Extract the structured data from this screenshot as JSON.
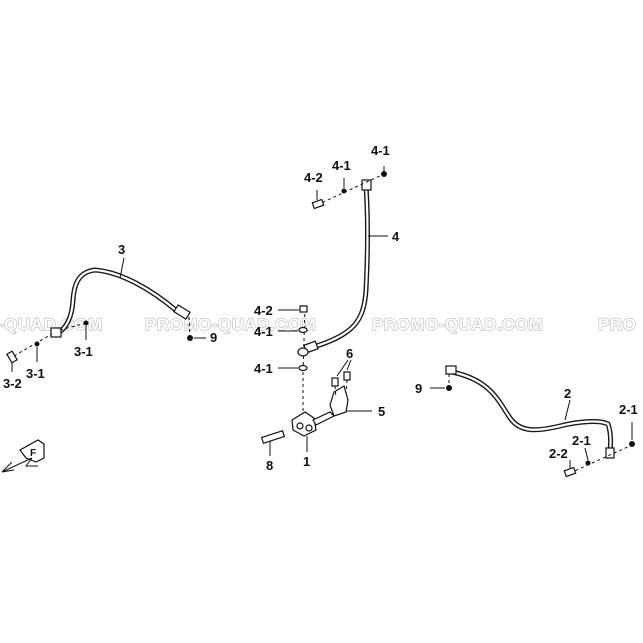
{
  "watermark": {
    "text": "PROMO-QUAD.COM",
    "partial_left": "-QUAD.COM",
    "partial_right": "PRO"
  },
  "callouts": {
    "c1": "1",
    "c2": "2",
    "c2_1a": "2-1",
    "c2_1b": "2-1",
    "c2_2": "2-2",
    "c3": "3",
    "c3_1a": "3-1",
    "c3_1b": "3-1",
    "c3_2": "3-2",
    "c4": "4",
    "c4_1a": "4-1",
    "c4_1b": "4-1",
    "c4_1c": "4-1",
    "c4_1d": "4-1",
    "c4_2a": "4-2",
    "c4_2b": "4-2",
    "c5": "5",
    "c6": "6",
    "c8": "8",
    "c9a": "9",
    "c9b": "9"
  },
  "front_marker": {
    "letter": "F"
  }
}
